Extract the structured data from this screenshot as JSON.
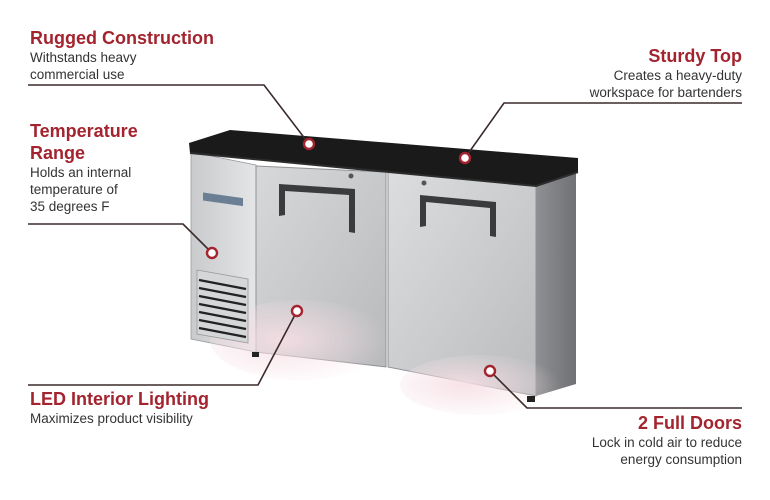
{
  "colors": {
    "accent": "#a3232e",
    "text": "#333333",
    "steel": "#c9cbcd",
    "top": "#1b1b1b"
  },
  "product": {
    "brand": "True"
  },
  "callouts": {
    "rugged": {
      "title": "Rugged Construction",
      "desc1": "Withstands heavy",
      "desc2": "commercial use"
    },
    "temperature": {
      "title1": "Temperature",
      "title2": "Range",
      "desc1": "Holds an internal",
      "desc2": "temperature of",
      "desc3": "35 degrees F"
    },
    "led": {
      "title": "LED Interior Lighting",
      "desc1": "Maximizes product visibility"
    },
    "sturdy": {
      "title": "Sturdy Top",
      "desc1": "Creates a heavy-duty",
      "desc2": "workspace for bartenders"
    },
    "doors": {
      "title": "2 Full Doors",
      "desc1": "Lock in cold air to reduce",
      "desc2": "energy consumption"
    }
  }
}
